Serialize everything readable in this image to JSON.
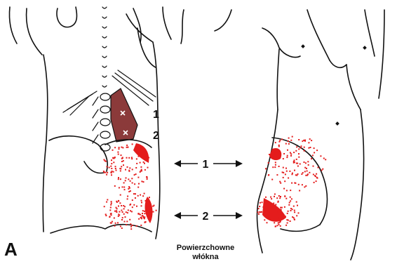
{
  "figure": {
    "panel_label": "A",
    "muscle_points": [
      "1",
      "2"
    ],
    "arrow_labels": [
      "1",
      "2"
    ],
    "caption_line1": "Powierzchowne",
    "caption_line2": "włókna"
  },
  "colors": {
    "outline": "#111111",
    "muscle_fill": "#8b3a3a",
    "pain_red": "#e41c1c",
    "background": "#ffffff"
  }
}
